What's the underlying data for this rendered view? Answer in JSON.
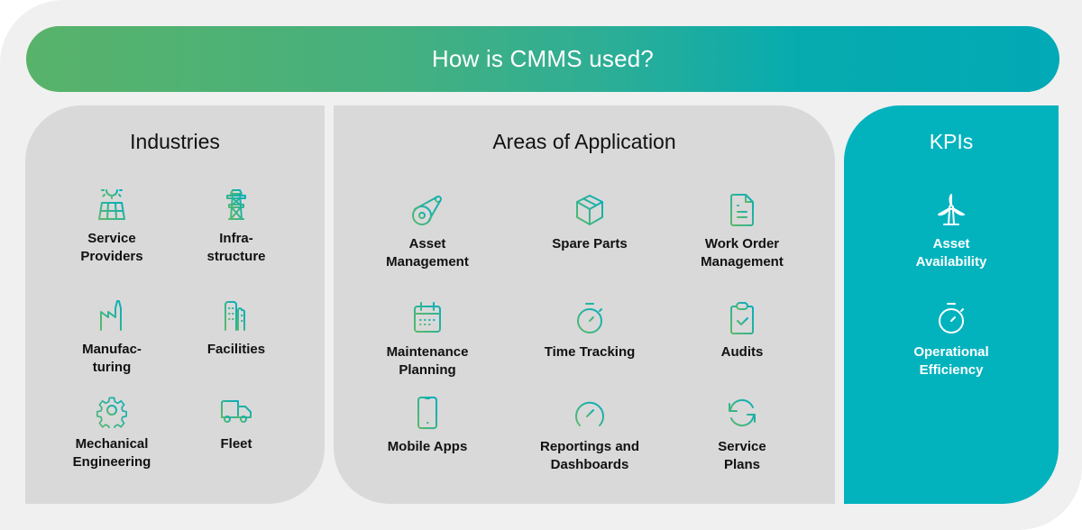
{
  "banner": {
    "title": "How is CMMS used?"
  },
  "colors": {
    "gradient_start": "#58b36a",
    "gradient_end": "#02a9b6",
    "panel_grey": "#d9d9d9",
    "kpi_teal": "#02b3be",
    "frame": "#f0f0f0"
  },
  "industries": {
    "title": "Industries",
    "items": [
      {
        "label": "Service\nProviders",
        "icon": "solar-panel-icon"
      },
      {
        "label": "Infra-\nstructure",
        "icon": "power-pylon-icon"
      },
      {
        "label": "Manufac-\nturing",
        "icon": "factory-icon"
      },
      {
        "label": "Facilities",
        "icon": "buildings-icon"
      },
      {
        "label": "Mechanical\nEngineering",
        "icon": "gear-icon"
      },
      {
        "label": "Fleet",
        "icon": "truck-icon"
      }
    ]
  },
  "areas": {
    "title": "Areas of Application",
    "items": [
      {
        "label": "Asset\nManagement",
        "icon": "belt-pulley-icon"
      },
      {
        "label": "Spare Parts",
        "icon": "box-icon"
      },
      {
        "label": "Work Order\nManagement",
        "icon": "document-icon"
      },
      {
        "label": "Maintenance\nPlanning",
        "icon": "calendar-icon"
      },
      {
        "label": "Time Tracking",
        "icon": "stopwatch-icon"
      },
      {
        "label": "Audits",
        "icon": "clipboard-check-icon"
      },
      {
        "label": "Mobile Apps",
        "icon": "smartphone-icon"
      },
      {
        "label": "Reportings and\nDashboards",
        "icon": "gauge-icon"
      },
      {
        "label": "Service\nPlans",
        "icon": "refresh-icon"
      }
    ]
  },
  "kpis": {
    "title": "KPIs",
    "items": [
      {
        "label": "Asset\nAvailability",
        "icon": "wind-turbine-icon"
      },
      {
        "label": "Operational\nEfficiency",
        "icon": "stopwatch-icon"
      }
    ]
  }
}
